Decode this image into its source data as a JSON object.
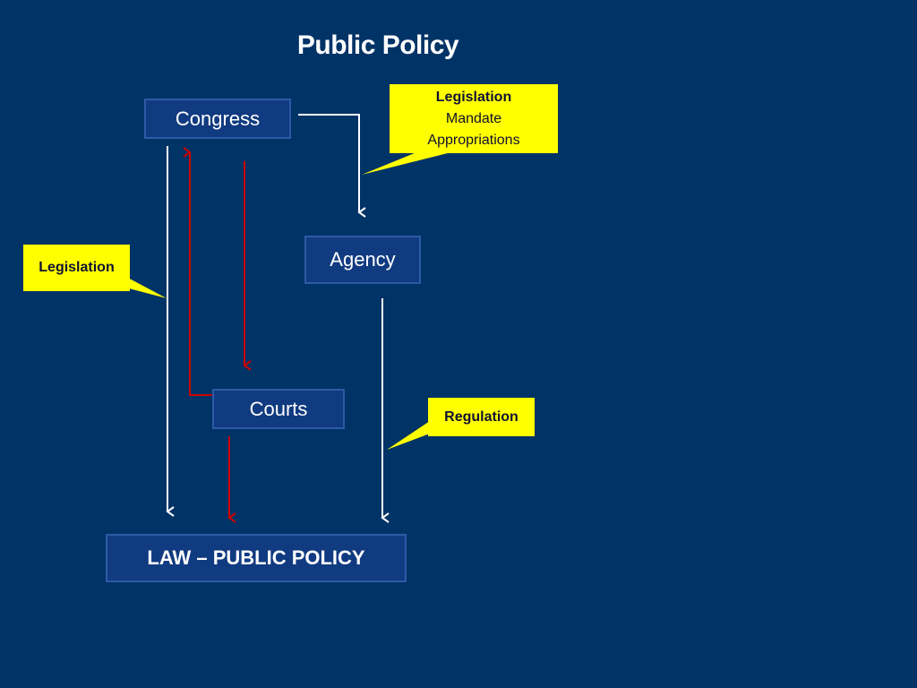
{
  "title": "Public Policy",
  "nodes": {
    "congress": "Congress",
    "agency": "Agency",
    "courts": "Courts",
    "law": "LAW – PUBLIC POLICY"
  },
  "callouts": {
    "top": {
      "line1": "Legislation",
      "line2": "Mandate",
      "line3": "Appropriations"
    },
    "left": "Legislation",
    "regulation": "Regulation"
  },
  "colors": {
    "background": "#003366",
    "node_fill": "#113b80",
    "node_border": "#2d5aa6",
    "callout_fill": "#ffff00",
    "arrow_white": "#ffffff",
    "arrow_red": "#cc0000"
  }
}
